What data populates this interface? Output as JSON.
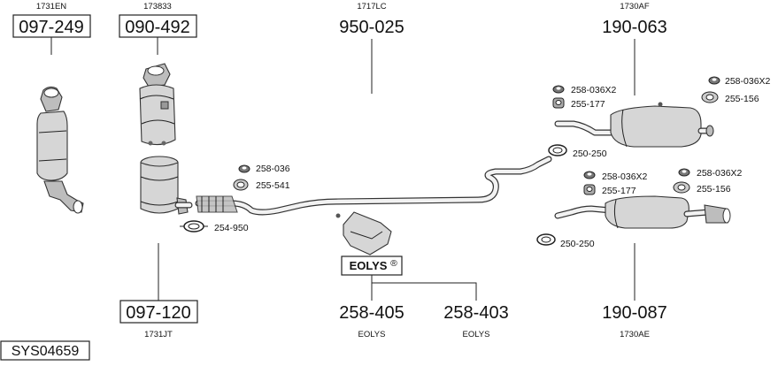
{
  "diagram_ref": "SYS04659",
  "eolys_label": "EOLYS",
  "eolys_mark": "®",
  "parts": {
    "p097_249": {
      "oe": "1731EN",
      "pn": "097-249"
    },
    "p090_492": {
      "oe": "173833",
      "pn": "090-492"
    },
    "p950_025": {
      "oe": "1717LC",
      "pn": "950-025"
    },
    "p190_063": {
      "oe": "1730AF",
      "pn": "190-063"
    },
    "p097_120": {
      "oe": "1731JT",
      "pn": "097-120"
    },
    "p258_405": {
      "oe": "EOLYS",
      "pn": "258-405"
    },
    "p258_403": {
      "oe": "EOLYS",
      "pn": "258-403"
    },
    "p190_087": {
      "oe": "1730AE",
      "pn": "190-087"
    }
  },
  "small_parts": {
    "cat_258_036": "258-036",
    "cat_255_541": "255-541",
    "cat_254_950": "254-950",
    "up_258_036x2_a": "258-036X2",
    "up_255_177": "255-177",
    "up_258_036x2_b": "258-036X2",
    "up_255_156": "255-156",
    "up_250_250": "250-250",
    "lo_258_036x2_a": "258-036X2",
    "lo_255_177": "255-177",
    "lo_258_036x2_b": "258-036X2",
    "lo_255_156": "255-156",
    "lo_250_250": "250-250"
  }
}
